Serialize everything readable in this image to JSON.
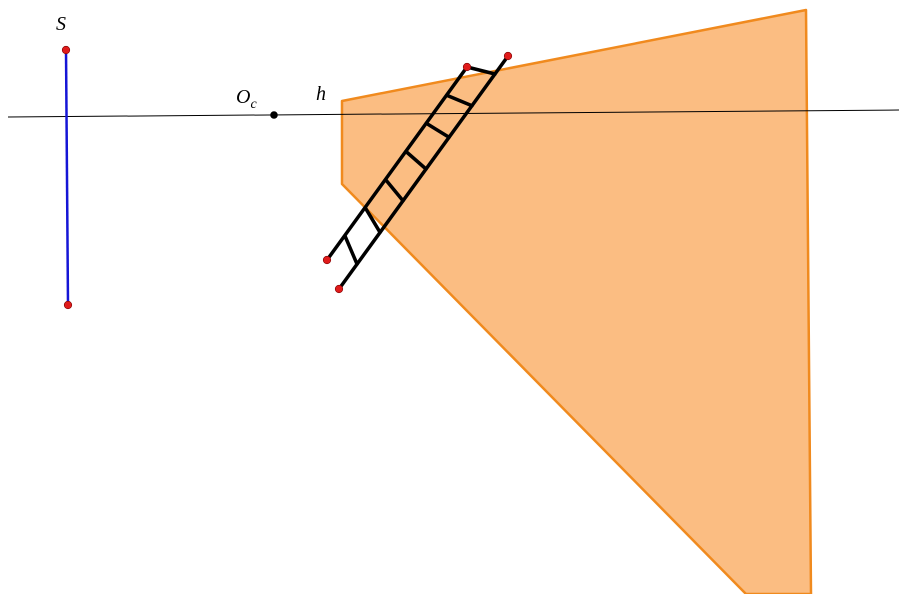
{
  "labels": {
    "segment_top": "S",
    "center_main": "O",
    "center_sub": "c",
    "horizon": "h"
  },
  "colors": {
    "background": "#ffffff",
    "horizon_line": "#000000",
    "segment": "#1515d6",
    "point_red": "#e01b1b",
    "point_black": "#000000",
    "region_fill": "#fbbd82",
    "region_stroke": "#f08a1e",
    "ladder": "#000000"
  },
  "ladder": {
    "rungs": 7
  }
}
